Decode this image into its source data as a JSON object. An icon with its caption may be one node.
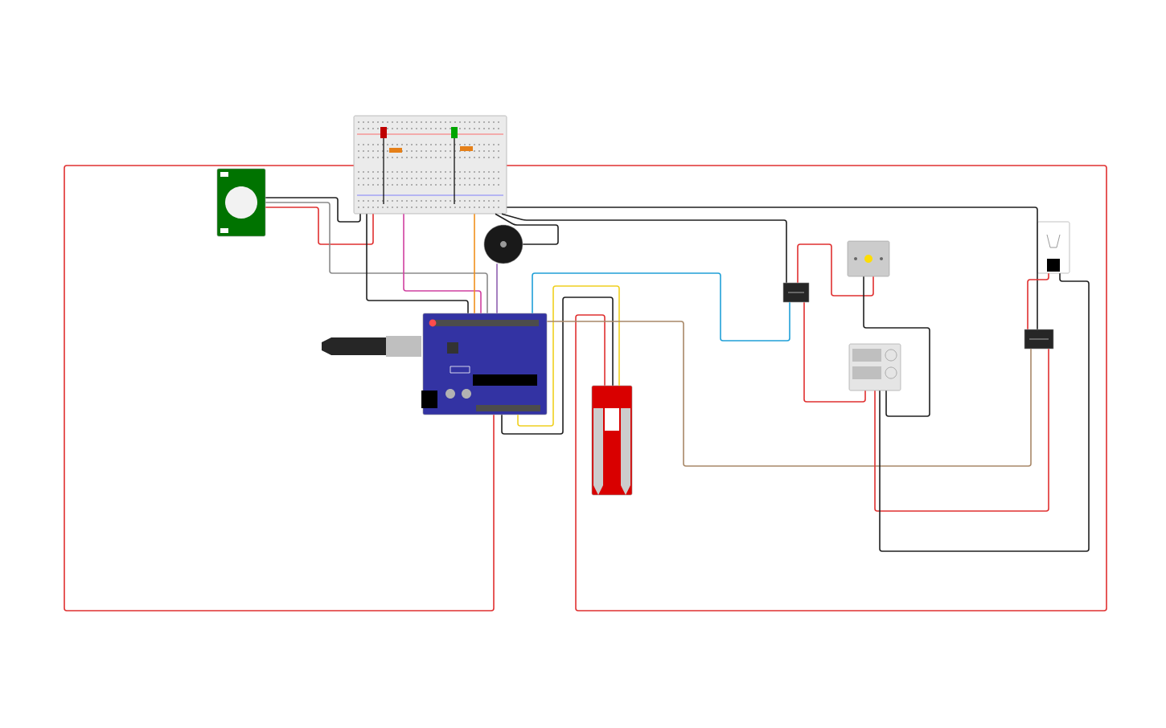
{
  "diagram": {
    "nodes": [
      {
        "text": [],
        "shape": "picture"
      },
      {
        "text": [],
        "shape": "picture"
      },
      {
        "text": [],
        "shape": "circle"
      },
      {
        "text": [],
        "shape": "picture"
      },
      {
        "text": [],
        "shape": "picture"
      },
      {
        "text": [],
        "shape": "box"
      },
      {
        "text": [],
        "shape": "picture"
      },
      {
        "text": [],
        "shape": "picture"
      },
      {
        "text": [],
        "shape": "picture"
      },
      {
        "text": [],
        "shape": "box"
      }
    ],
    "edges": [
      {
        "from": 1,
        "to": 0,
        "arrow": "none"
      },
      {
        "from": 1,
        "to": 0,
        "arrow": "none",
        "color": "#e03030"
      },
      {
        "from": 1,
        "to": 3,
        "arrow": "none",
        "color": "#8a8a8a"
      },
      {
        "from": 0,
        "to": 3,
        "arrow": "none",
        "color": "#e03030"
      },
      {
        "from": 0,
        "to": 3,
        "arrow": "none"
      },
      {
        "from": 0,
        "to": 3,
        "arrow": "none",
        "color": "#d040a0"
      },
      {
        "from": 0,
        "to": 3,
        "arrow": "none",
        "color": "#f0901c"
      },
      {
        "from": 2,
        "to": 3,
        "arrow": "none",
        "color": "#9060b0"
      },
      {
        "from": 0,
        "to": 2,
        "arrow": "none"
      },
      {
        "from": 0,
        "to": 5,
        "arrow": "none"
      },
      {
        "from": 0,
        "to": 9,
        "arrow": "none"
      },
      {
        "from": 0,
        "to": 4,
        "arrow": "none",
        "color": "#e03030"
      },
      {
        "from": 3,
        "to": 5,
        "arrow": "none",
        "color": "#20a0d8"
      },
      {
        "from": 3,
        "to": 4,
        "arrow": "none",
        "color": "#f0d020"
      },
      {
        "from": 3,
        "to": 4,
        "arrow": "none"
      },
      {
        "from": 3,
        "to": 9,
        "arrow": "none",
        "color": "#a88868"
      },
      {
        "from": 5,
        "to": 6,
        "arrow": "none",
        "color": "#e03030"
      },
      {
        "from": 5,
        "to": 7,
        "arrow": "none",
        "color": "#e03030"
      },
      {
        "from": 6,
        "to": 7,
        "arrow": "none"
      },
      {
        "from": 7,
        "to": 9,
        "arrow": "none",
        "color": "#e03030"
      },
      {
        "from": 7,
        "to": 8,
        "arrow": "none"
      },
      {
        "from": 8,
        "to": 9,
        "arrow": "none",
        "color": "#e03030"
      }
    ]
  }
}
